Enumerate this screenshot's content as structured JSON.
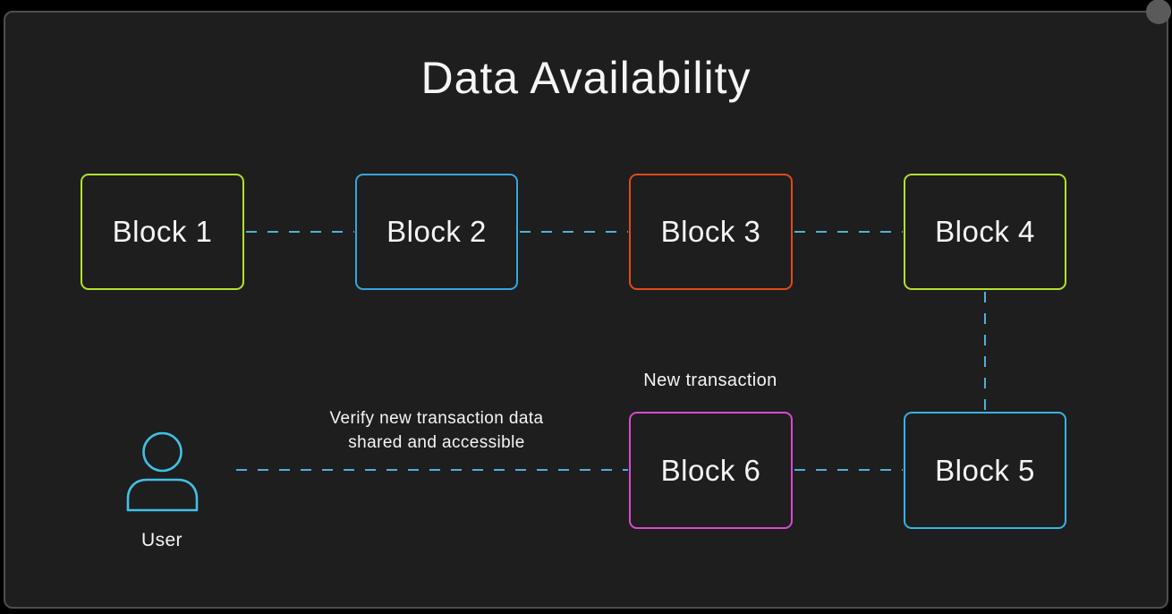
{
  "frame": {
    "title": "Data Availability",
    "background": "#000000",
    "panel_background": "#1e1e1e",
    "panel_border": "#4e4e4e",
    "handle_color": "#5a5a5a",
    "text_color": "#f5f5f5",
    "connector_color": "#4fb0da"
  },
  "blocks": [
    {
      "label": "Block 1",
      "border_color": "#b1e22e"
    },
    {
      "label": "Block 2",
      "border_color": "#35a7dc"
    },
    {
      "label": "Block 3",
      "border_color": "#e04a1d"
    },
    {
      "label": "Block 4",
      "border_color": "#b1e22e"
    },
    {
      "label": "Block 5",
      "border_color": "#35b5e5"
    },
    {
      "label": "Block 6",
      "border_color": "#d94ad1"
    }
  ],
  "annotations": {
    "new_transaction_label": "New transaction",
    "verify_text_line1": "Verify new transaction data",
    "verify_text_line2": "shared and accessible",
    "user_label": "User",
    "user_icon_color": "#41c0e4"
  }
}
